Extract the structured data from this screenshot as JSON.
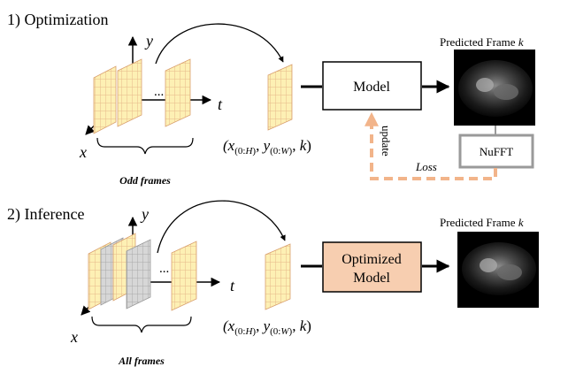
{
  "sections": [
    {
      "title": "1) Optimization",
      "frames_caption": "Odd frames",
      "axis_y": "y",
      "axis_t": "t",
      "axis_x": "x",
      "ellipsis": "...",
      "input_label": "(x(0:H), y(0:W), k)",
      "model_label": "Model",
      "output_label": "Predicted Frame k",
      "nufft_label": "NuFFT",
      "loss_label": "Loss",
      "update_label": "update"
    },
    {
      "title": "2) Inference",
      "frames_caption": "All frames",
      "axis_y": "y",
      "axis_t": "t",
      "axis_x": "x",
      "ellipsis": "...",
      "input_label": "(x(0:H), y(0:W), k)",
      "model_label_line1": "Optimized",
      "model_label_line2": "Model",
      "output_label": "Predicted Frame k"
    }
  ],
  "colors": {
    "frame_fill": "#fdf0b4",
    "frame_grid": "#e8b98a",
    "gray_frame": "#d7d7d7",
    "optimized_box": "#f7ceb0",
    "loss_path": "#f2b48a",
    "nufft_border": "#9a9a9a"
  }
}
